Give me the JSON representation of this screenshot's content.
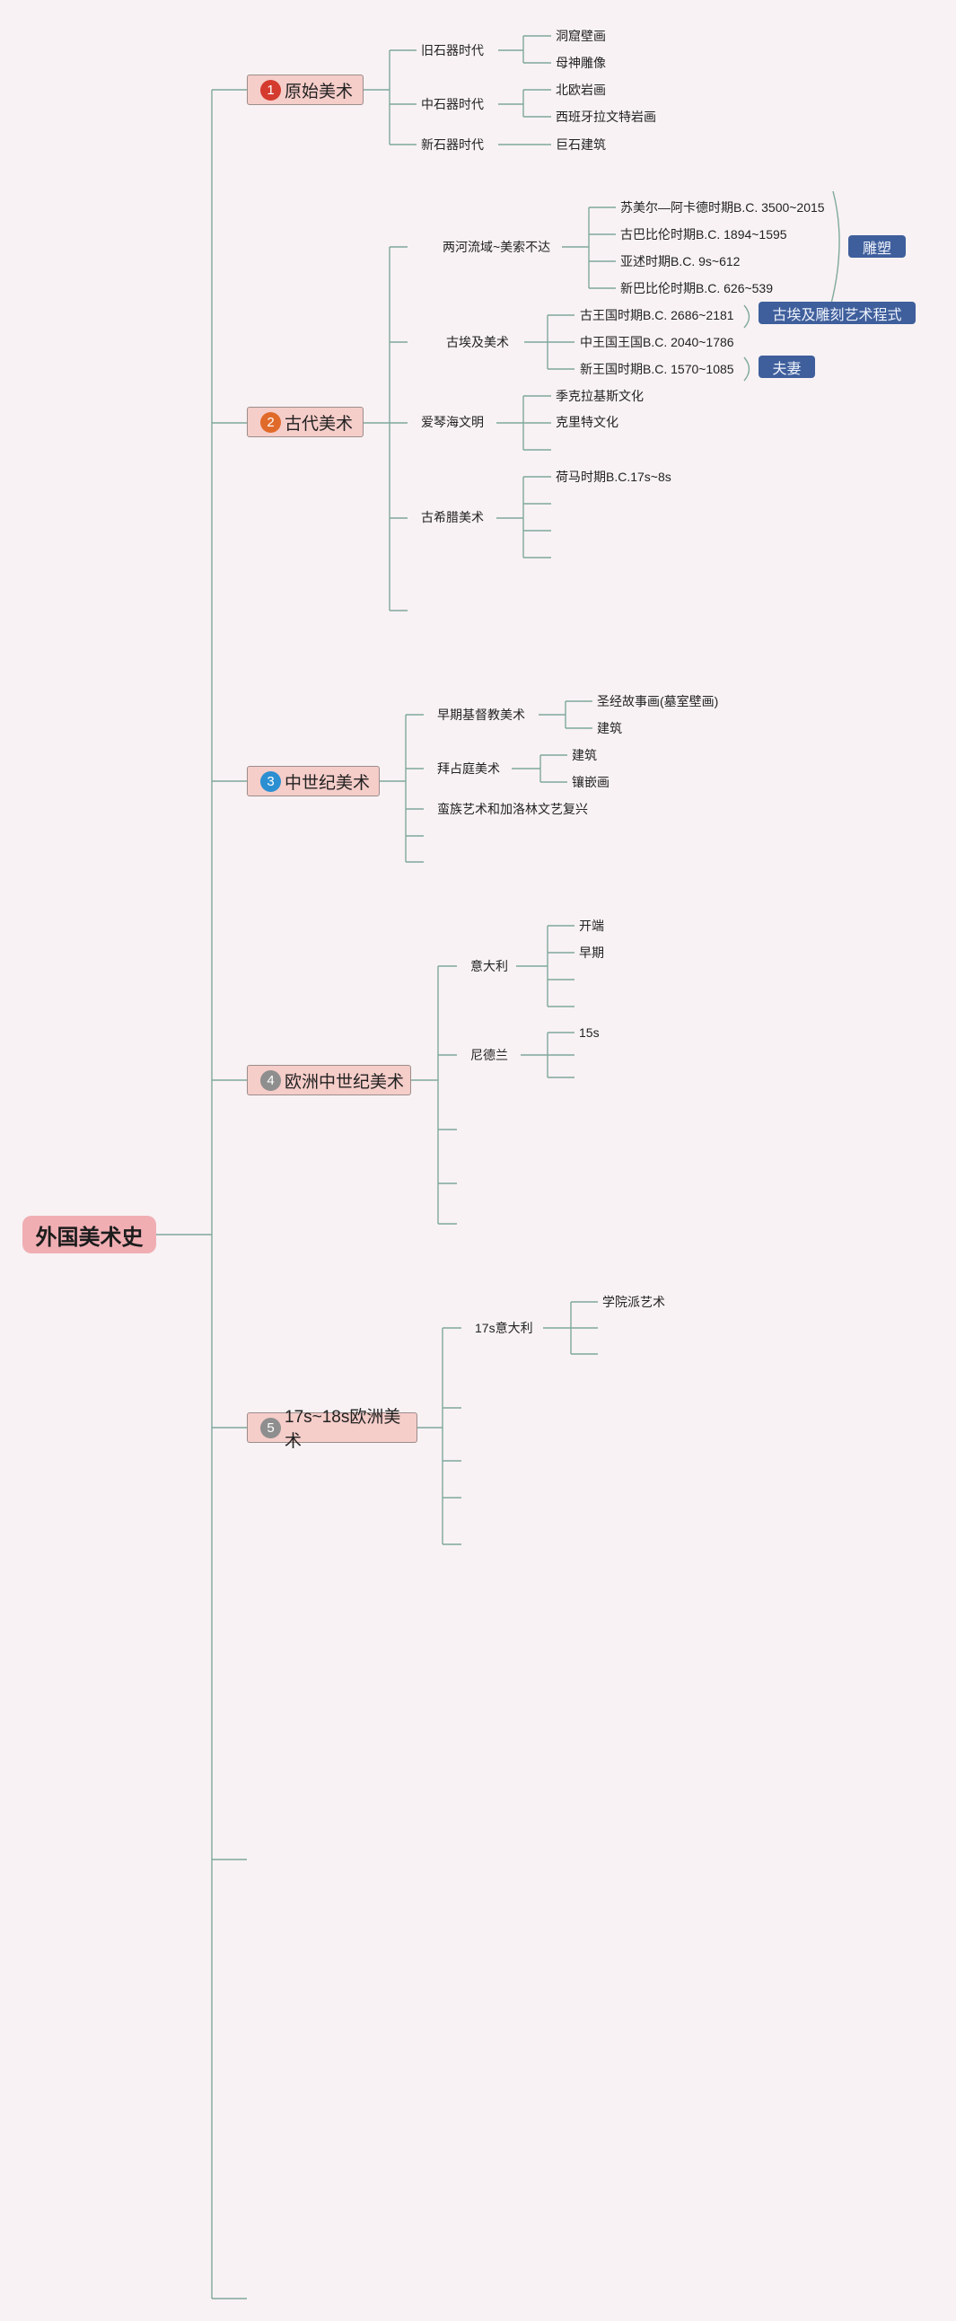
{
  "root": {
    "label": "外国美术史"
  },
  "branches": [
    {
      "num": "1",
      "color": "#d43a2e",
      "label": "原始美术",
      "children": [
        {
          "label": "旧石器时代",
          "items": [
            "洞窟壁画",
            "母神雕像"
          ]
        },
        {
          "label": "中石器时代",
          "items": [
            "北欧岩画",
            "西班牙拉文特岩画"
          ]
        },
        {
          "label": "新石器时代",
          "items": [
            "巨石建筑"
          ]
        }
      ]
    },
    {
      "num": "2",
      "color": "#e06a2a",
      "label": "古代美术",
      "children": [
        {
          "label": "两河流域~美索不达",
          "items": [
            "苏美尔—阿卡德时期B.C. 3500~2015",
            "古巴比伦时期B.C. 1894~1595",
            "亚述时期B.C. 9s~612",
            "新巴比伦时期B.C. 626~539"
          ]
        },
        {
          "label": "古埃及美术",
          "items": [
            "古王国时期B.C. 2686~2181",
            "中王国王国B.C. 2040~1786",
            "新王国时期B.C. 1570~1085"
          ]
        },
        {
          "label": "爱琴海文明",
          "items": [
            "季克拉基斯文化",
            "克里特文化"
          ]
        },
        {
          "label": "古希腊美术",
          "items": [
            "荷马时期B.C.17s~8s"
          ]
        }
      ]
    },
    {
      "num": "3",
      "color": "#2b8fd2",
      "label": "中世纪美术",
      "children": [
        {
          "label": "早期基督教美术",
          "items": [
            "圣经故事画(墓室壁画)",
            "建筑"
          ]
        },
        {
          "label": "拜占庭美术",
          "items": [
            "建筑",
            "镶嵌画"
          ]
        },
        {
          "label": "蛮族艺术和加洛林文艺复兴",
          "items": []
        }
      ]
    },
    {
      "num": "4",
      "color": "#8e8e8e",
      "label": "欧洲中世纪美术",
      "children": [
        {
          "label": "意大利",
          "items": [
            "开端",
            "早期"
          ]
        },
        {
          "label": "尼德兰",
          "items": [
            "15s"
          ]
        }
      ]
    },
    {
      "num": "5",
      "color": "#8e8e8e",
      "label": "17s~18s欧洲美术",
      "children": [
        {
          "label": "17s意大利",
          "items": [
            "学院派艺术"
          ]
        }
      ]
    }
  ],
  "summaries": [
    "雕塑",
    "古埃及雕刻艺术程式",
    "夫妻"
  ],
  "colors": {
    "background": "#f8f2f4",
    "line": "#7fa89c",
    "root": "#f0aeb3",
    "branch": "#f5cdc9",
    "summary": "#3f5f9c"
  }
}
